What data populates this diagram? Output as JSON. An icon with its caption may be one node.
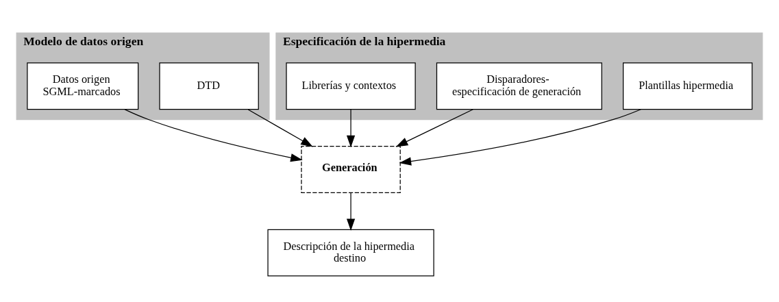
{
  "diagram": {
    "nodes": [
      {
        "text": [
          "Modelo de datos origen"
        ]
      },
      {
        "text": [
          "DTD"
        ],
        "in": 0
      },
      {
        "text": [
          "Datos origen SGML-marcados"
        ],
        "in": 0
      },
      {
        "text": [
          "Especificación de la hipermedia"
        ]
      },
      {
        "text": [
          "Plantillas hipermedia"
        ],
        "in": 3
      },
      {
        "text": [
          "Disparadores- especificación de generación"
        ],
        "in": 3
      },
      {
        "text": [
          "Librerías y contextos"
        ],
        "in": 3
      },
      {
        "text": [
          "Generación"
        ]
      },
      {
        "text": [
          "Descripción de la hipermedia destino"
        ]
      }
    ],
    "edges": [
      {
        "from": 1,
        "to": 7,
        "arrow": "to"
      },
      {
        "from": 2,
        "to": 7,
        "arrow": "to"
      },
      {
        "from": 4,
        "to": 7,
        "arrow": "to"
      },
      {
        "from": 5,
        "to": 7,
        "arrow": "to"
      },
      {
        "from": 6,
        "to": 7,
        "arrow": "to"
      },
      {
        "from": 7,
        "to": 8,
        "arrow": "to"
      }
    ]
  }
}
